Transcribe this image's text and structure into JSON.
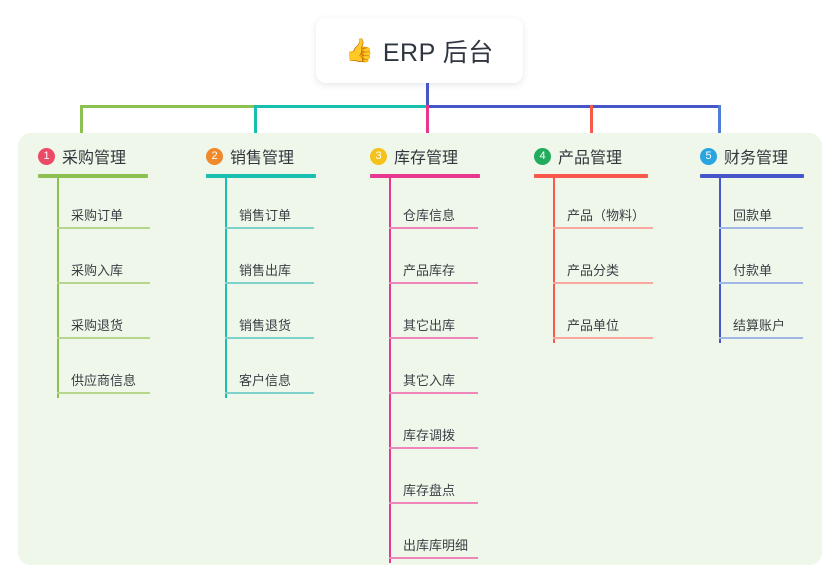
{
  "root": {
    "emoji": "👍",
    "emoji_name": "thumbs-up-icon",
    "title": "ERP 后台"
  },
  "palette": {
    "panel_bg": "#eef7e9",
    "root_text": "#2f3640",
    "branch_1": "#8cc152",
    "branch_2": "#16bfb0",
    "branch_3": "#e8378f",
    "branch_4": "#f9594d",
    "branch_5": "#4f7fd4",
    "badge_1": "#ec4b68",
    "badge_2": "#f0892c",
    "badge_3": "#f5c21b",
    "badge_4": "#20ac5c",
    "badge_5": "#29a6e0"
  },
  "columns": [
    {
      "number": "1",
      "title": "采购管理",
      "line_color": "#8cc152",
      "rule_color": "#b5d68b",
      "badge_color": "#ec4b68",
      "head_width": 110,
      "item_width": 93,
      "items": [
        "采购订单",
        "采购入库",
        "采购退货",
        "供应商信息"
      ]
    },
    {
      "number": "2",
      "title": "销售管理",
      "line_color": "#16bfb0",
      "rule_color": "#7fd2cc",
      "badge_color": "#f0892c",
      "head_width": 110,
      "item_width": 89,
      "items": [
        "销售订单",
        "销售出库",
        "销售退货",
        "客户信息"
      ]
    },
    {
      "number": "3",
      "title": "库存管理",
      "line_color": "#e8378f",
      "rule_color": "#ef86b9",
      "badge_color": "#f5c21b",
      "head_width": 110,
      "item_width": 89,
      "items": [
        "仓库信息",
        "产品库存",
        "其它出库",
        "其它入库",
        "库存调拨",
        "库存盘点",
        "出库库明细"
      ]
    },
    {
      "number": "4",
      "title": "产品管理",
      "line_color": "#f9594d",
      "rule_color": "#f9a8a0",
      "badge_color": "#20ac5c",
      "head_width": 114,
      "item_width": 100,
      "items": [
        "产品（物料）",
        "产品分类",
        "产品单位"
      ]
    },
    {
      "number": "5",
      "title": "财务管理",
      "line_color": "#4656c8",
      "rule_color": "#9fb6e6",
      "badge_color": "#29a6e0",
      "head_width": 104,
      "item_width": 84,
      "items": [
        "回款单",
        "付款单",
        "结算账户"
      ]
    }
  ]
}
